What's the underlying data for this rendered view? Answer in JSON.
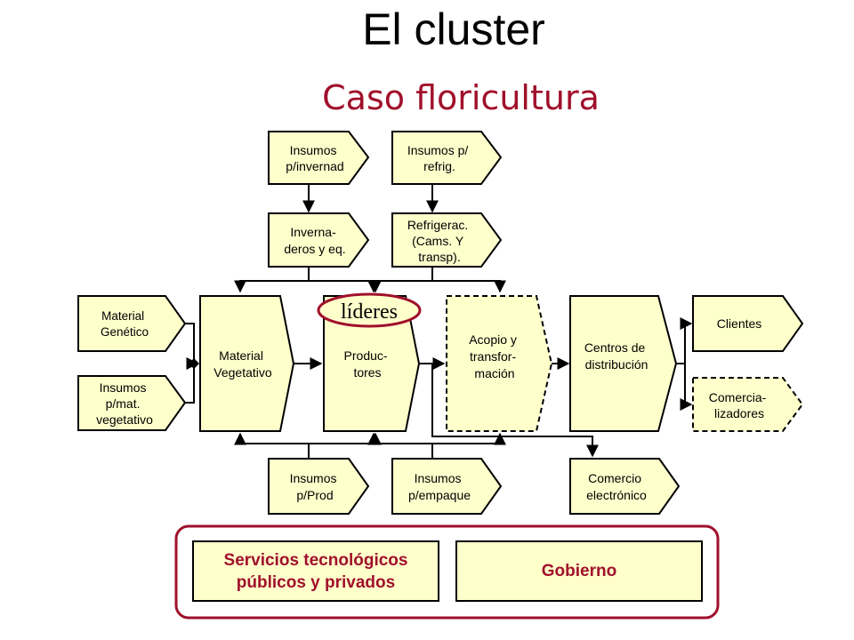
{
  "title": "El cluster",
  "subtitle": "Caso floricultura",
  "nodes": {
    "insumos_invernad": [
      "Insumos",
      "p/invernad"
    ],
    "insumos_refrig": [
      "Insumos p/",
      "refrig."
    ],
    "invernaderos": [
      "Inverna-",
      "deros y eq."
    ],
    "refrigerac": [
      "Refrigerac.",
      "(Cams. Y",
      "transp)."
    ],
    "material_genetico": [
      "Material",
      "Genético"
    ],
    "insumos_mat_veg": [
      "Insumos",
      "p/mat.",
      "vegetativo"
    ],
    "material_vegetativo": [
      "Material",
      "Vegetativo"
    ],
    "productores": [
      "Produc-",
      "tores"
    ],
    "acopio": [
      "Acopio y",
      "transfor-",
      "mación"
    ],
    "centros": [
      "Centros de",
      "distribución"
    ],
    "clientes": [
      "Clientes"
    ],
    "comercializadores": [
      "Comercia-",
      "lizadores"
    ],
    "insumos_prod": [
      "Insumos",
      "p/Prod"
    ],
    "insumos_empaque": [
      "Insumos",
      "p/empaque"
    ],
    "comercio_electronico": [
      "Comercio",
      "electrónico"
    ]
  },
  "lideres_label": "líderes",
  "services": {
    "tecnologicos": [
      "Servicios tecnológicos",
      "públicos y privados"
    ],
    "gobierno": "Gobierno"
  },
  "colors": {
    "box_fill": "#ffffcc",
    "accent": "#a0102b",
    "line": "#000000"
  }
}
